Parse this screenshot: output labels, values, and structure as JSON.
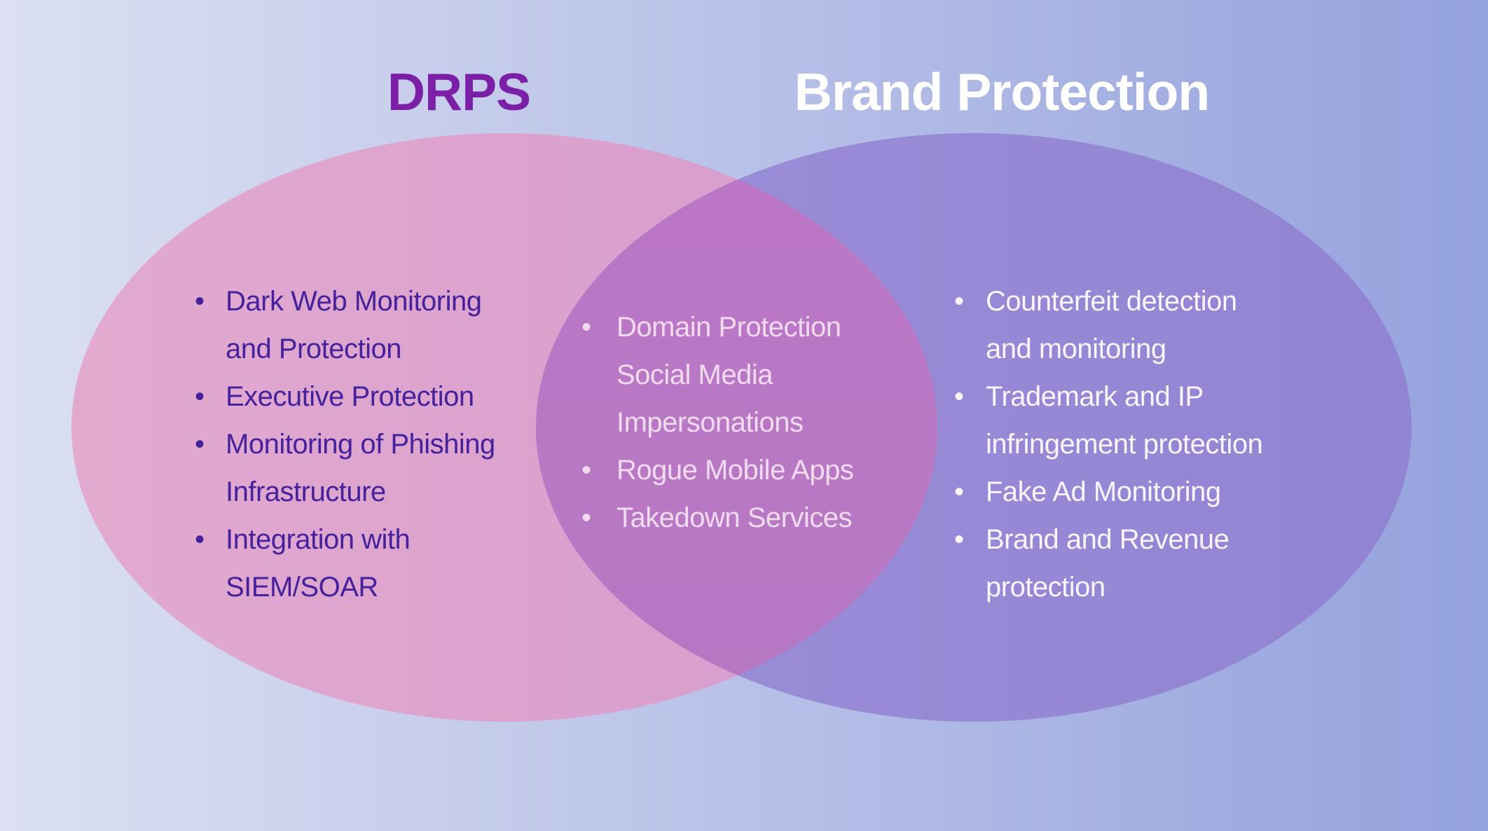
{
  "diagram": {
    "type": "venn",
    "left": {
      "title": "DRPS",
      "items": [
        "Dark Web Monitoring and Protection",
        "Executive Protection",
        "Monitoring of Phishing Infrastructure",
        "Integration with SIEM/SOAR"
      ]
    },
    "overlap": {
      "items": [
        "Domain Protection Social Media Impersonations",
        "Rogue Mobile Apps",
        "Takedown Services"
      ]
    },
    "right": {
      "title": "Brand Protection",
      "items": [
        "Counterfeit detection and monitoring",
        "Trademark and IP infringement protection",
        "Fake Ad Monitoring",
        "Brand and Revenue protection"
      ]
    },
    "colors": {
      "background_gradient_left": "#DCE0F2",
      "background_gradient_right": "#94A2DD",
      "left_ellipse": "#DFA5CE",
      "right_ellipse": "#9588D4",
      "overlap_region": "#B97AC4",
      "left_title_text": "#7A1FA6",
      "left_list_text": "#45219B",
      "overlap_list_text": "#F0DBEE",
      "right_list_text": "#F7F4FB",
      "right_title_text": "#FFFFFF"
    }
  }
}
